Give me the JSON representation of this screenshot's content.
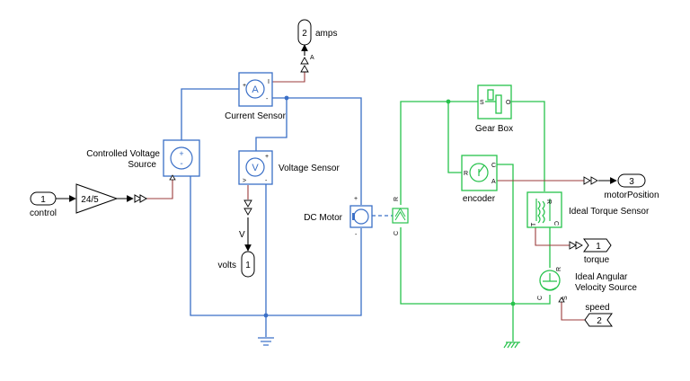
{
  "colors": {
    "electrical": "#3a6fc7",
    "mechanical": "#27c24c",
    "signal": "#000000",
    "physical_signal": "#9b3b3b",
    "block_fill": "#ffffff"
  },
  "blocks": {
    "inport_control": {
      "number": "1",
      "label": "control"
    },
    "gain": {
      "value": "24/5"
    },
    "controlled_voltage_source": {
      "label_line1": "Controlled Voltage",
      "label_line2": "Source",
      "icon": "controlled-voltage-source-icon"
    },
    "current_sensor": {
      "label": "Current Sensor",
      "glyph": "A",
      "port_plus": "+",
      "port_minus": "-",
      "port_i": "I",
      "icon": "ammeter-icon"
    },
    "voltage_sensor": {
      "label": "Voltage Sensor",
      "glyph": "V",
      "port_plus": "+",
      "port_minus": "-",
      "port_v": ">",
      "icon": "voltmeter-icon"
    },
    "outport_amps": {
      "number": "2",
      "label": "amps",
      "converter": "A"
    },
    "outport_volts": {
      "number": "1",
      "label": "volts",
      "converter": "V"
    },
    "dc_motor": {
      "label": "DC Motor",
      "port_plus": "+",
      "port_minus": "-",
      "port_r": "R",
      "port_c": "C",
      "icon": "dc-motor-icon"
    },
    "gear_box": {
      "label": "Gear Box",
      "port_s": "S",
      "port_o": "O",
      "icon": "gear-box-icon"
    },
    "encoder": {
      "label": "encoder",
      "port_r": "R",
      "port_c": "C",
      "port_a": "A",
      "icon": "encoder-icon"
    },
    "outport_motor_position": {
      "number": "3",
      "label": "motorPosition"
    },
    "ideal_torque_sensor": {
      "label": "Ideal Torque Sensor",
      "port_t": "T",
      "port_r": "R",
      "port_c": "C",
      "icon": "torque-sensor-icon"
    },
    "outport_torque": {
      "number": "1",
      "label": "torque"
    },
    "ideal_angular_velocity_source": {
      "label_line1": "Ideal Angular",
      "label_line2": "Velocity Source",
      "port_r": "R",
      "port_c": "C",
      "port_s": "S",
      "icon": "velocity-source-icon"
    },
    "inport_speed": {
      "number": "2",
      "label": "speed"
    },
    "electrical_reference": {
      "icon": "electrical-ground-icon"
    },
    "mechanical_reference": {
      "icon": "mechanical-ground-icon"
    }
  }
}
